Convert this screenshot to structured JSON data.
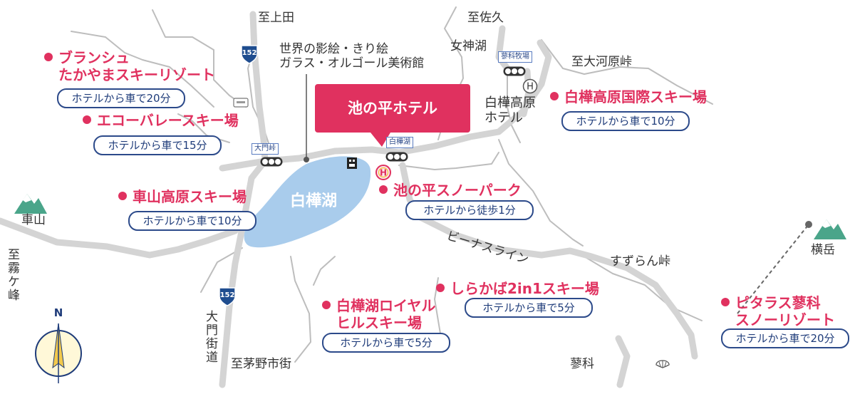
{
  "hotel": {
    "name": "池の平ホテル"
  },
  "lake": {
    "name": "白樺湖"
  },
  "route_number": "152",
  "places": {
    "to_ueda": "至上田",
    "to_saku": "至佐久",
    "megamiko": "女神湖",
    "to_oogawara": "至大河原峠",
    "museum": [
      "世界の影絵・きり絵",
      "ガラス・オルゴール美術館"
    ],
    "shirakaba_kogen_hotel": [
      "白樺高原",
      "ホテル"
    ],
    "kurumayama": "車山",
    "to_kirigamine": "至霧ケ峰",
    "yokodake": "横岳",
    "suzuran_toge": "すずらん峠",
    "venus_line": "ビーナスライン",
    "daimon_kaido": "大門街道",
    "to_chino": "至茅野市街",
    "tateshina": "蓼科",
    "north": "N"
  },
  "stations": {
    "omon_toge": "大門峠",
    "shirakabako": "白樺湖",
    "tateshina_bokujo": "蓼科牧場"
  },
  "ski_areas": [
    {
      "name": [
        "ブランシュ",
        "たかやまスキーリゾート"
      ],
      "access": "ホテルから車で20分"
    },
    {
      "name": [
        "エコーバレースキー場"
      ],
      "access": "ホテルから車で15分"
    },
    {
      "name": [
        "白樺高原国際スキー場"
      ],
      "access": "ホテルから車で10分"
    },
    {
      "name": [
        "車山高原スキー場"
      ],
      "access": "ホテルから車で10分"
    },
    {
      "name": [
        "池の平スノーパーク"
      ],
      "access": "ホテルから徒歩1分"
    },
    {
      "name": [
        "しらかば2in1スキー場"
      ],
      "access": "ホテルから車で5分"
    },
    {
      "name": [
        "白樺湖ロイヤル",
        "ヒルスキー場"
      ],
      "access": "ホテルから車で5分"
    },
    {
      "name": [
        "ピタラス蓼科",
        "スノーリゾート"
      ],
      "access": "ホテルから車で20分"
    }
  ],
  "colors": {
    "accent": "#e0315f",
    "lake": "#a9ccec",
    "road_main": "#d4d4d4",
    "road_thin": "#bdbdbd",
    "label_border": "#2c4a8a"
  },
  "icons": [
    "mountain-icon",
    "hospital-icon",
    "traffic-signal-icon",
    "shell-station-icon",
    "compass-icon",
    "route-shield-icon"
  ]
}
